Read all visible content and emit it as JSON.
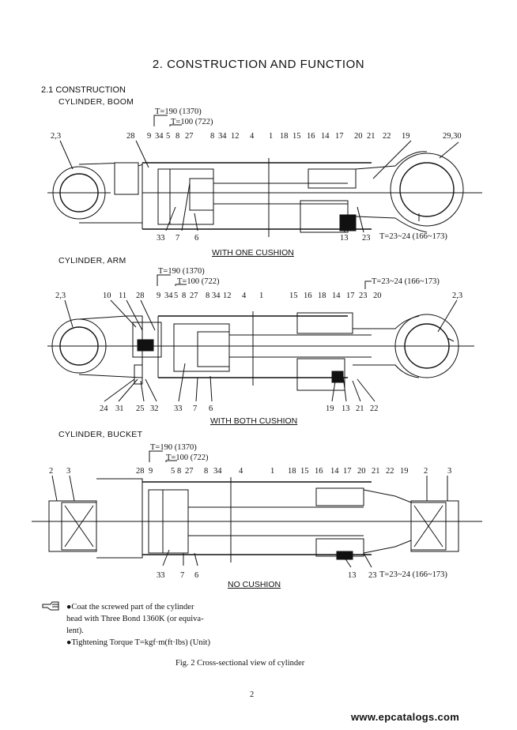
{
  "page": {
    "title": "2.   CONSTRUCTION AND FUNCTION",
    "section": "2.1 CONSTRUCTION",
    "page_number": "2",
    "watermark": "www.epcatalogs.com"
  },
  "boom": {
    "heading": "CYLINDER, BOOM",
    "torque1": "T=190 (1370)",
    "torque2": "T=100 (722)",
    "torque3": "T=23~24 (166~173)",
    "caption": "WITH ONE CUSHION",
    "labels_top": [
      "2,3",
      "28",
      "9",
      "34",
      "5",
      "8",
      "27",
      "8",
      "34",
      "12",
      "4",
      "1",
      "18",
      "15",
      "16",
      "14",
      "17",
      "20",
      "21",
      "22",
      "19",
      "29,30"
    ],
    "labels_bottom": [
      "33",
      "7",
      "6",
      "13",
      "23"
    ]
  },
  "arm": {
    "heading": "CYLINDER, ARM",
    "torque1": "T=190 (1370)",
    "torque2": "T=100 (722)",
    "torque3": "T=23~24 (166~173)",
    "caption": "WITH BOTH CUSHION",
    "labels_top": [
      "2,3",
      "10",
      "11",
      "28",
      "9",
      "34",
      "5",
      "8",
      "27",
      "8",
      "34",
      "12",
      "4",
      "1",
      "15",
      "16",
      "18",
      "14",
      "17",
      "23",
      "20",
      "2,3"
    ],
    "labels_bottom": [
      "24",
      "31",
      "25",
      "32",
      "33",
      "7",
      "6",
      "19",
      "13",
      "21",
      "22"
    ]
  },
  "bucket": {
    "heading": "CYLINDER, BUCKET",
    "torque1": "T=190 (1370)",
    "torque2": "T=100 (722)",
    "torque3": "T=23~24 (166~173)",
    "caption": "NO CUSHION",
    "labels_top": [
      "2",
      "3",
      "28",
      "9",
      "5",
      "8",
      "27",
      "8",
      "34",
      "4",
      "1",
      "18",
      "15",
      "16",
      "14",
      "17",
      "20",
      "21",
      "22",
      "19",
      "2",
      "3"
    ],
    "labels_bottom": [
      "33",
      "7",
      "6",
      "13",
      "23"
    ]
  },
  "notes": {
    "line1": "●Coat the screwed part of the cylinder",
    "line2": "head with Three Bond 1360K (or equiva-",
    "line3": "lent).",
    "line4": "●Tightening Torque T=kgf·m(ft·lbs) (Unit)",
    "hand_icon": "pointing-hand-icon"
  },
  "figure_caption": "Fig. 2   Cross-sectional view of cylinder"
}
